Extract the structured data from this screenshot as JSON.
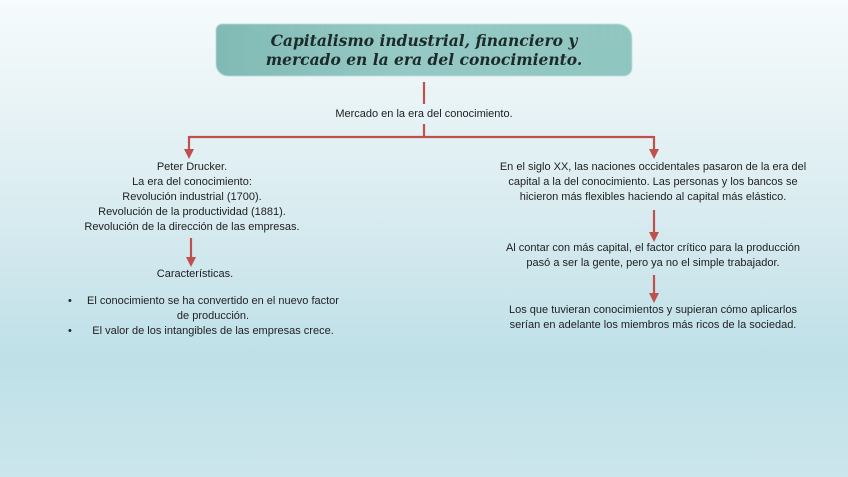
{
  "title": "Capitalismo industrial, financiero y mercado en la era del conocimiento.",
  "root": "Mercado en la era del conocimiento.",
  "left": {
    "lines": [
      "Peter Drucker.",
      "La era del conocimiento:",
      "Revolución industrial (1700).",
      "Revolución de la productividad (1881).",
      "Revolución de la dirección de las empresas."
    ],
    "characteristics_label": "Características.",
    "bullets": [
      "El conocimiento se ha convertido en el nuevo factor de producción.",
      "El valor de los intangibles de las empresas crece."
    ]
  },
  "right": {
    "items": [
      "En el siglo XX, las naciones occidentales pasaron de la era del capital a la del conocimiento. Las personas y los bancos se hicieron más flexibles haciendo al capital más elástico.",
      "Al contar con más capital, el factor crítico para la producción pasó a ser la gente, pero ya no el simple trabajador.",
      "Los que tuvieran conocimientos y supieran cómo aplicarlos serían en adelante los miembros más ricos de la sociedad."
    ]
  },
  "colors": {
    "connector": "#c0504d",
    "title_brush": "#7bbab2"
  }
}
